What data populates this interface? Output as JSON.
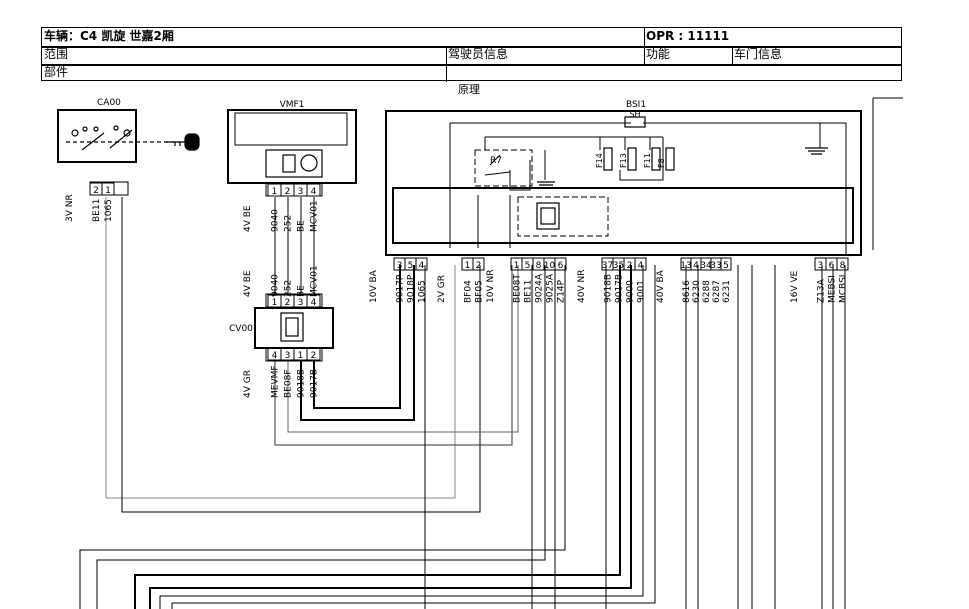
{
  "header": {
    "vehicle": "车辆：C4 凯旋 世嘉2厢",
    "opr": "OPR : 11111",
    "scope_label": "范围",
    "driver_info": "驾驶员信息",
    "function_label": "功能",
    "door_info": "车门信息",
    "parts_label": "部件"
  },
  "diagram": {
    "title": "原理",
    "components": {
      "ca00": "CA00",
      "vmf1": "VMF1",
      "bsi1": "BSI1",
      "cv00": "CV00",
      "sh": "SH",
      "r7": "R7",
      "f14": "F14",
      "f13": "F13",
      "f11": "F11",
      "f8": "F8"
    },
    "ca00_connector": {
      "spec": "3V NR",
      "pins": [
        "2",
        "1"
      ],
      "wires": [
        "BE11",
        "1065"
      ]
    },
    "vmf1_connector": {
      "spec": "4V BE",
      "pins": [
        "1",
        "2",
        "3",
        "4"
      ],
      "wires": [
        "9040",
        "252",
        "BE",
        "MCV01"
      ]
    },
    "cv00_top": {
      "spec": "4V BE",
      "pins": [
        "1",
        "2",
        "3",
        "4"
      ],
      "wires": [
        "9040",
        "252",
        "BE",
        "MCV01"
      ]
    },
    "cv00_bottom": {
      "spec": "4V GR",
      "pins": [
        "4",
        "3",
        "1",
        "2"
      ],
      "wires": [
        "MEVMF",
        "BE08F",
        "9018B",
        "9017B"
      ]
    },
    "bsi_connectors": [
      {
        "spec": "10V BA",
        "pins": [
          "3",
          "5",
          "4"
        ],
        "wires": [
          "9017P",
          "9018P",
          "1065"
        ]
      },
      {
        "spec": "2V GR",
        "pins": [
          "1",
          "2"
        ],
        "wires": [
          "BF04",
          "BF05"
        ]
      },
      {
        "spec": "10V NR",
        "pins": [
          "1",
          "5",
          "8",
          "10",
          "6"
        ],
        "wires": [
          "BE08T",
          "BE11",
          "9024A",
          "9025A",
          "Z14P"
        ]
      },
      {
        "spec": "40V NR",
        "pins": [
          "37",
          "35",
          "2",
          "4"
        ],
        "wires": [
          "9018B",
          "9017B",
          "9000",
          "9001"
        ]
      },
      {
        "spec": "40V BA",
        "pins": [
          "13",
          "4",
          "34",
          "33",
          "5"
        ],
        "wires": [
          "8616",
          "6230",
          "6288",
          "6287",
          "6231"
        ]
      },
      {
        "spec": "16V VE",
        "pins": [
          "3",
          "6",
          "8"
        ],
        "wires": [
          "Z13A",
          "MEBSI",
          "MCBSI"
        ]
      }
    ]
  }
}
